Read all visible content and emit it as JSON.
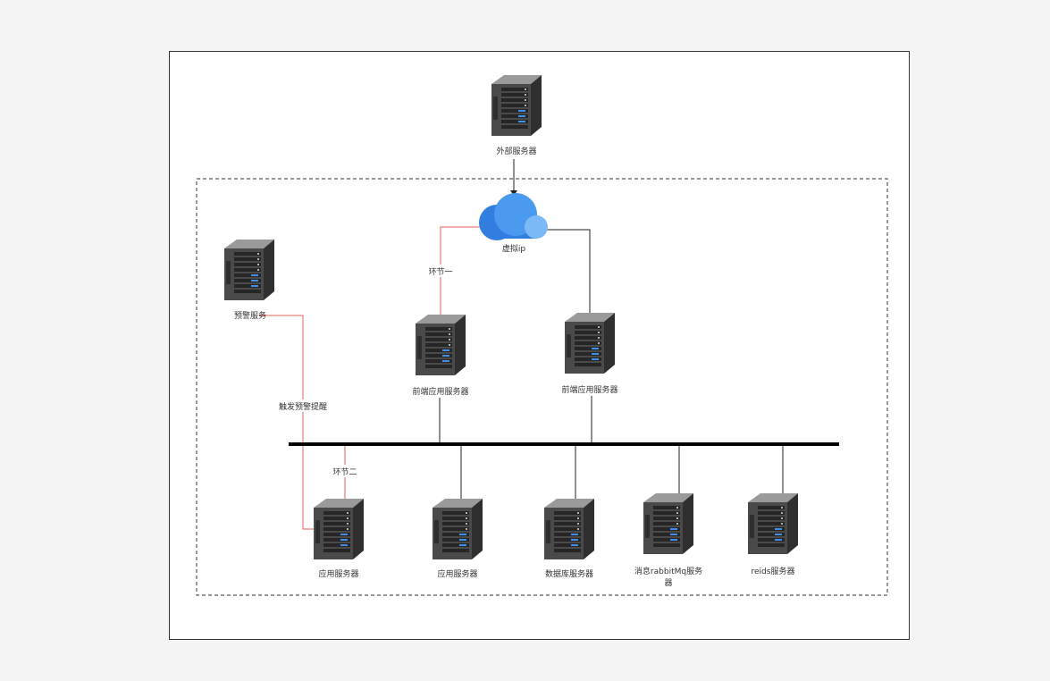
{
  "colors": {
    "background": "#f4f4f4",
    "canvas": "#ffffff",
    "link_black": "#222222",
    "link_red": "#e0605a",
    "bus": "#000000",
    "cloud_dark": "#2f7ee0",
    "cloud_mid": "#4a9af0",
    "cloud_light": "#7bbaf7",
    "server_body": "#4a4a4a",
    "server_top": "#9a9a9a",
    "server_led": "#3f8fe8"
  },
  "nodes": {
    "external_server": {
      "label": "外部服务器",
      "icon": "server-icon"
    },
    "virtual_ip": {
      "label": "虚拟ip",
      "icon": "cloud-icon"
    },
    "alert_service": {
      "label": "预警服务",
      "icon": "server-icon"
    },
    "frontend_1": {
      "label": "前端应用服务器",
      "icon": "server-icon"
    },
    "frontend_2": {
      "label": "前端应用服务器",
      "icon": "server-icon"
    },
    "app_1": {
      "label": "应用服务器",
      "icon": "server-icon"
    },
    "app_2": {
      "label": "应用服务器",
      "icon": "server-icon"
    },
    "database": {
      "label": "数据库服务器",
      "icon": "server-icon"
    },
    "rabbitmq": {
      "label_line1": "消息rabbitMq服务",
      "label_line2": "器",
      "icon": "server-icon"
    },
    "redis": {
      "label": "reids服务器",
      "icon": "server-icon"
    }
  },
  "link_labels": {
    "segment_one": "环节一",
    "segment_two": "环节二",
    "trigger_alert": "触发预警提醒"
  }
}
